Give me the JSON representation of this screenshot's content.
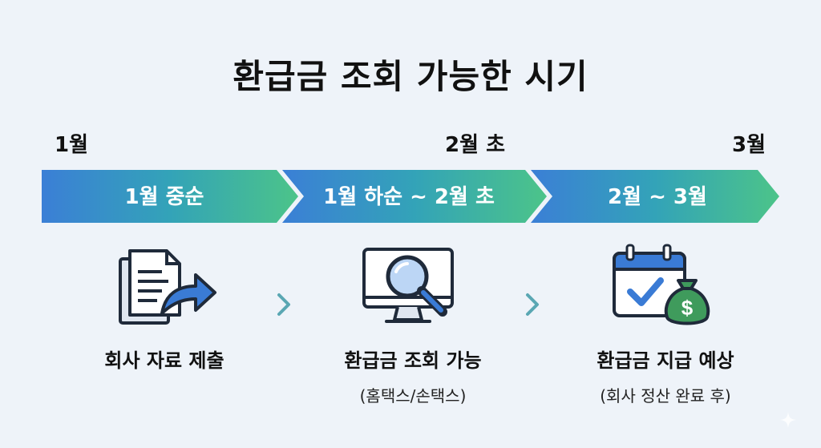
{
  "title": "환급금 조회 가능한 시기",
  "timeline": {
    "months": [
      "1월",
      "2월 초",
      "3월"
    ]
  },
  "stages": [
    {
      "period": "1월 중순",
      "caption": "회사 자료 제출",
      "subcaption": "",
      "icon": "document-upload-icon"
    },
    {
      "period": "1월 하순 ~ 2월 초",
      "caption": "환급금 조회 가능",
      "subcaption": "(홈택스/손택스)",
      "icon": "monitor-search-icon"
    },
    {
      "period": "2월 ~ 3월",
      "caption": "환급금 지급 예상",
      "subcaption": "(회사 정산 완료 후)",
      "icon": "calendar-money-icon"
    }
  ],
  "colors": {
    "band_start": "#3b7fd6",
    "band_mid": "#33a3b8",
    "band_end": "#4cc489",
    "icon_blue": "#3a7bd5",
    "icon_green": "#3f9b5c",
    "chevron": "#5aa7b3"
  }
}
